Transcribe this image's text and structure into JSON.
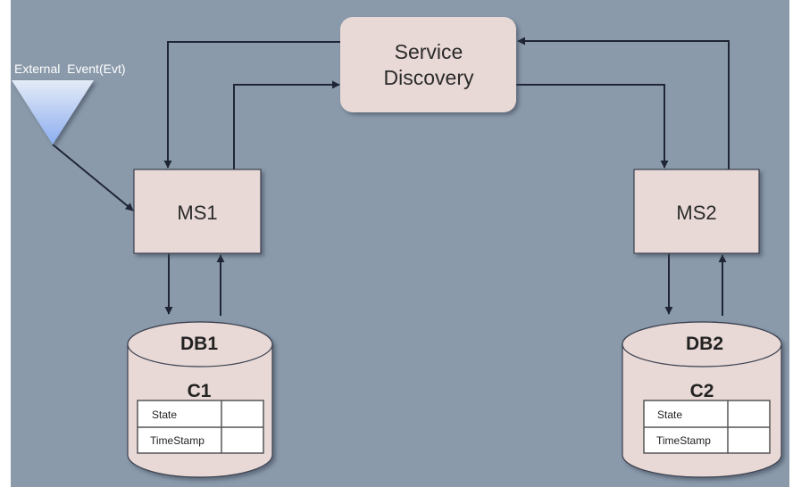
{
  "diagram": {
    "external_event": {
      "label": "External  Event(Evt)"
    },
    "service_discovery": {
      "line1": "Service",
      "line2": "Discovery"
    },
    "services": [
      {
        "name": "MS1"
      },
      {
        "name": "MS2"
      }
    ],
    "databases": [
      {
        "name": "DB1",
        "collection": "C1",
        "fields": [
          {
            "key": "State",
            "value": ""
          },
          {
            "key": "TimeStamp",
            "value": ""
          }
        ]
      },
      {
        "name": "DB2",
        "collection": "C2",
        "fields": [
          {
            "key": "State",
            "value": ""
          },
          {
            "key": "TimeStamp",
            "value": ""
          }
        ]
      }
    ],
    "colors": {
      "background": "#8a9aaa",
      "node_fill": "#e8d9d6",
      "line": "#1f2535",
      "triangle_top": "#dfe7f6",
      "triangle_bottom": "#8eaef0"
    }
  }
}
